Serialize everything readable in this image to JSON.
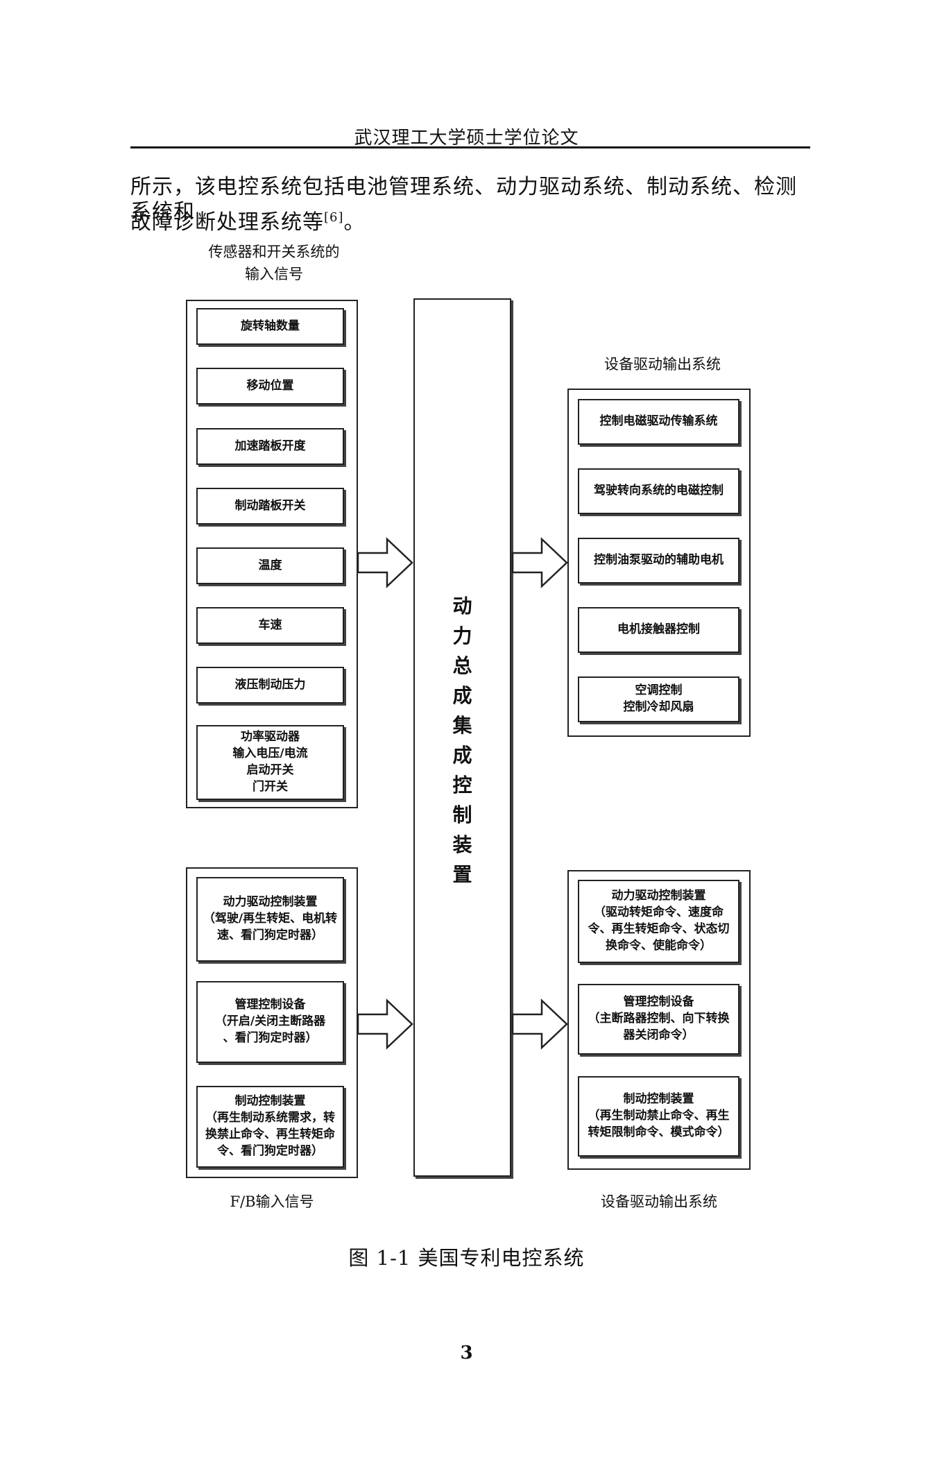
{
  "header": {
    "title": "武汉理工大学硕士学位论文"
  },
  "body_text": {
    "line1": "所示，该电控系统包括电池管理系统、动力驱动系统、制动系统、检测系统和",
    "line2": "故障诊断处理系统等",
    "citation": "[6]",
    "line2_end": "。"
  },
  "diagram": {
    "top_left_label": "传感器和开关系统的\n输入信号",
    "top_left_items": [
      "旋转轴数量",
      "移动位置",
      "加速踏板开度",
      "制动踏板开关",
      "温度",
      "车速",
      "液压制动压力",
      "功率驱动器\n输入电压/电流\n启动开关\n门开关"
    ],
    "center_label": "动\n力\n总\n成\n集\n成\n控\n制\n装\n置",
    "top_right_label": "设备驱动输出系统",
    "top_right_items": [
      "控制电磁驱动传输系统",
      "驾驶转向系统的电磁控制",
      "控制油泵驱动的辅助电机",
      "电机接触器控制",
      "空调控制\n控制冷却风扇"
    ],
    "bottom_left_items": [
      "动力驱动控制装置\n（驾驶/再生转矩、电机转\n速、看门狗定时器）",
      "管理控制设备\n（开启/关闭主断路器\n、看门狗定时器）",
      "制动控制装置\n（再生制动系统需求，转\n换禁止命令、再生转矩命\n令、看门狗定时器）"
    ],
    "bottom_left_label": "F/B输入信号",
    "bottom_right_items": [
      "动力驱动控制装置\n（驱动转矩命令、速度命\n令、再生转矩命令、状态切\n换命令、使能命令）",
      "管理控制设备\n（主断路器控制、向下转换\n器关闭命令）",
      "制动控制装置\n（再生制动禁止命令、再生\n转矩限制命令、模式命令）"
    ],
    "bottom_right_label": "设备驱动输出系统"
  },
  "caption": "图 1-1 美国专利电控系统",
  "page_number": "3"
}
